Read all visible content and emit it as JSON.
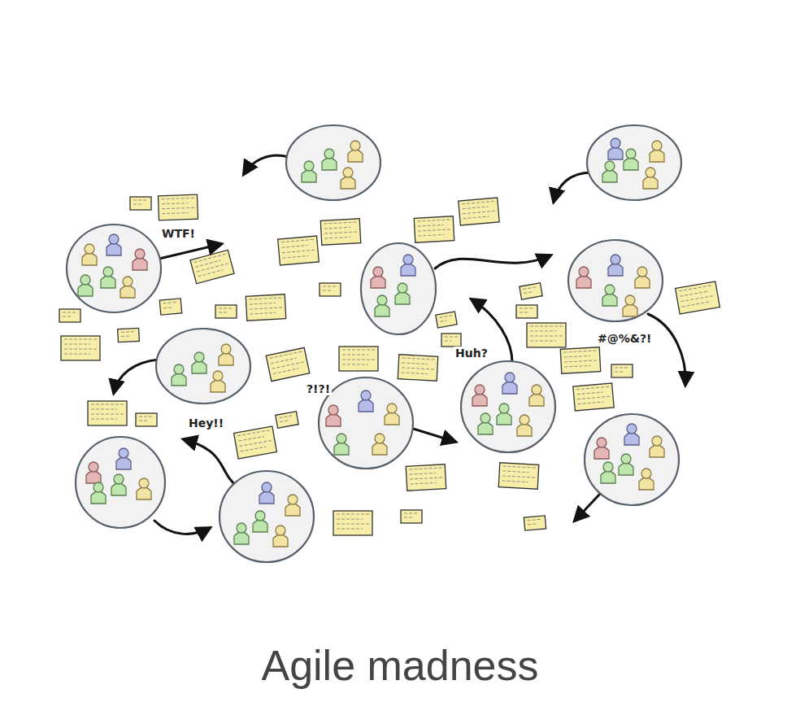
{
  "diagram": {
    "title": "Agile madness",
    "labels": [
      "WTF!",
      "#@%&?!",
      "Huh?",
      "?!?!",
      "Hey!!"
    ]
  }
}
